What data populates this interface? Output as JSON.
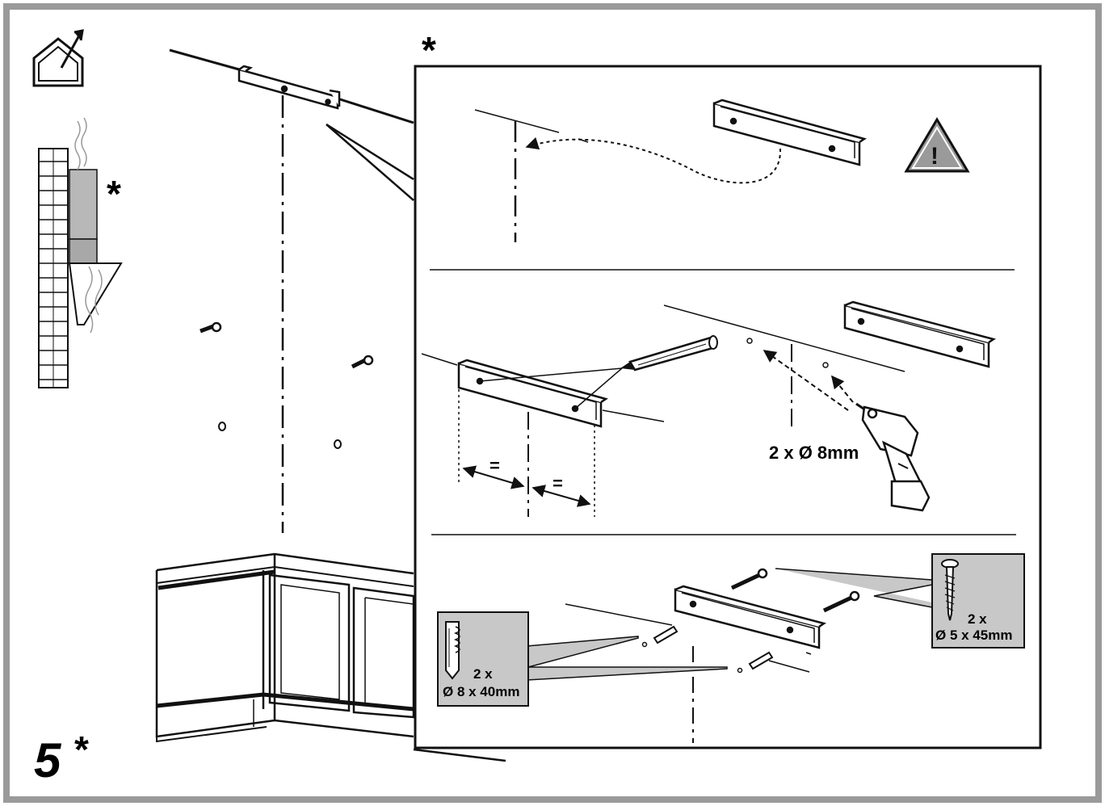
{
  "step": {
    "number": "5",
    "asterisk": "*"
  },
  "side_asterisk": "*",
  "panel_asterisk": "*",
  "panel2": {
    "drill_spec": "2 x Ø 8mm",
    "equal_left": "=",
    "equal_right": "="
  },
  "panel3": {
    "plug_count": "2 x",
    "plug_size": "Ø 8 x 40mm",
    "screw_count": "2 x",
    "screw_size": "Ø 5 x 45mm"
  },
  "icons": [
    "house-exhaust-icon",
    "warning-icon",
    "pencil-icon",
    "drill-icon",
    "screw-icon",
    "wall-plug-icon"
  ],
  "colors": {
    "frame_gray": "#999999",
    "ink": "#111111",
    "spec_box": "#c8c8c8",
    "warning_fill": "#9a9a9a"
  }
}
